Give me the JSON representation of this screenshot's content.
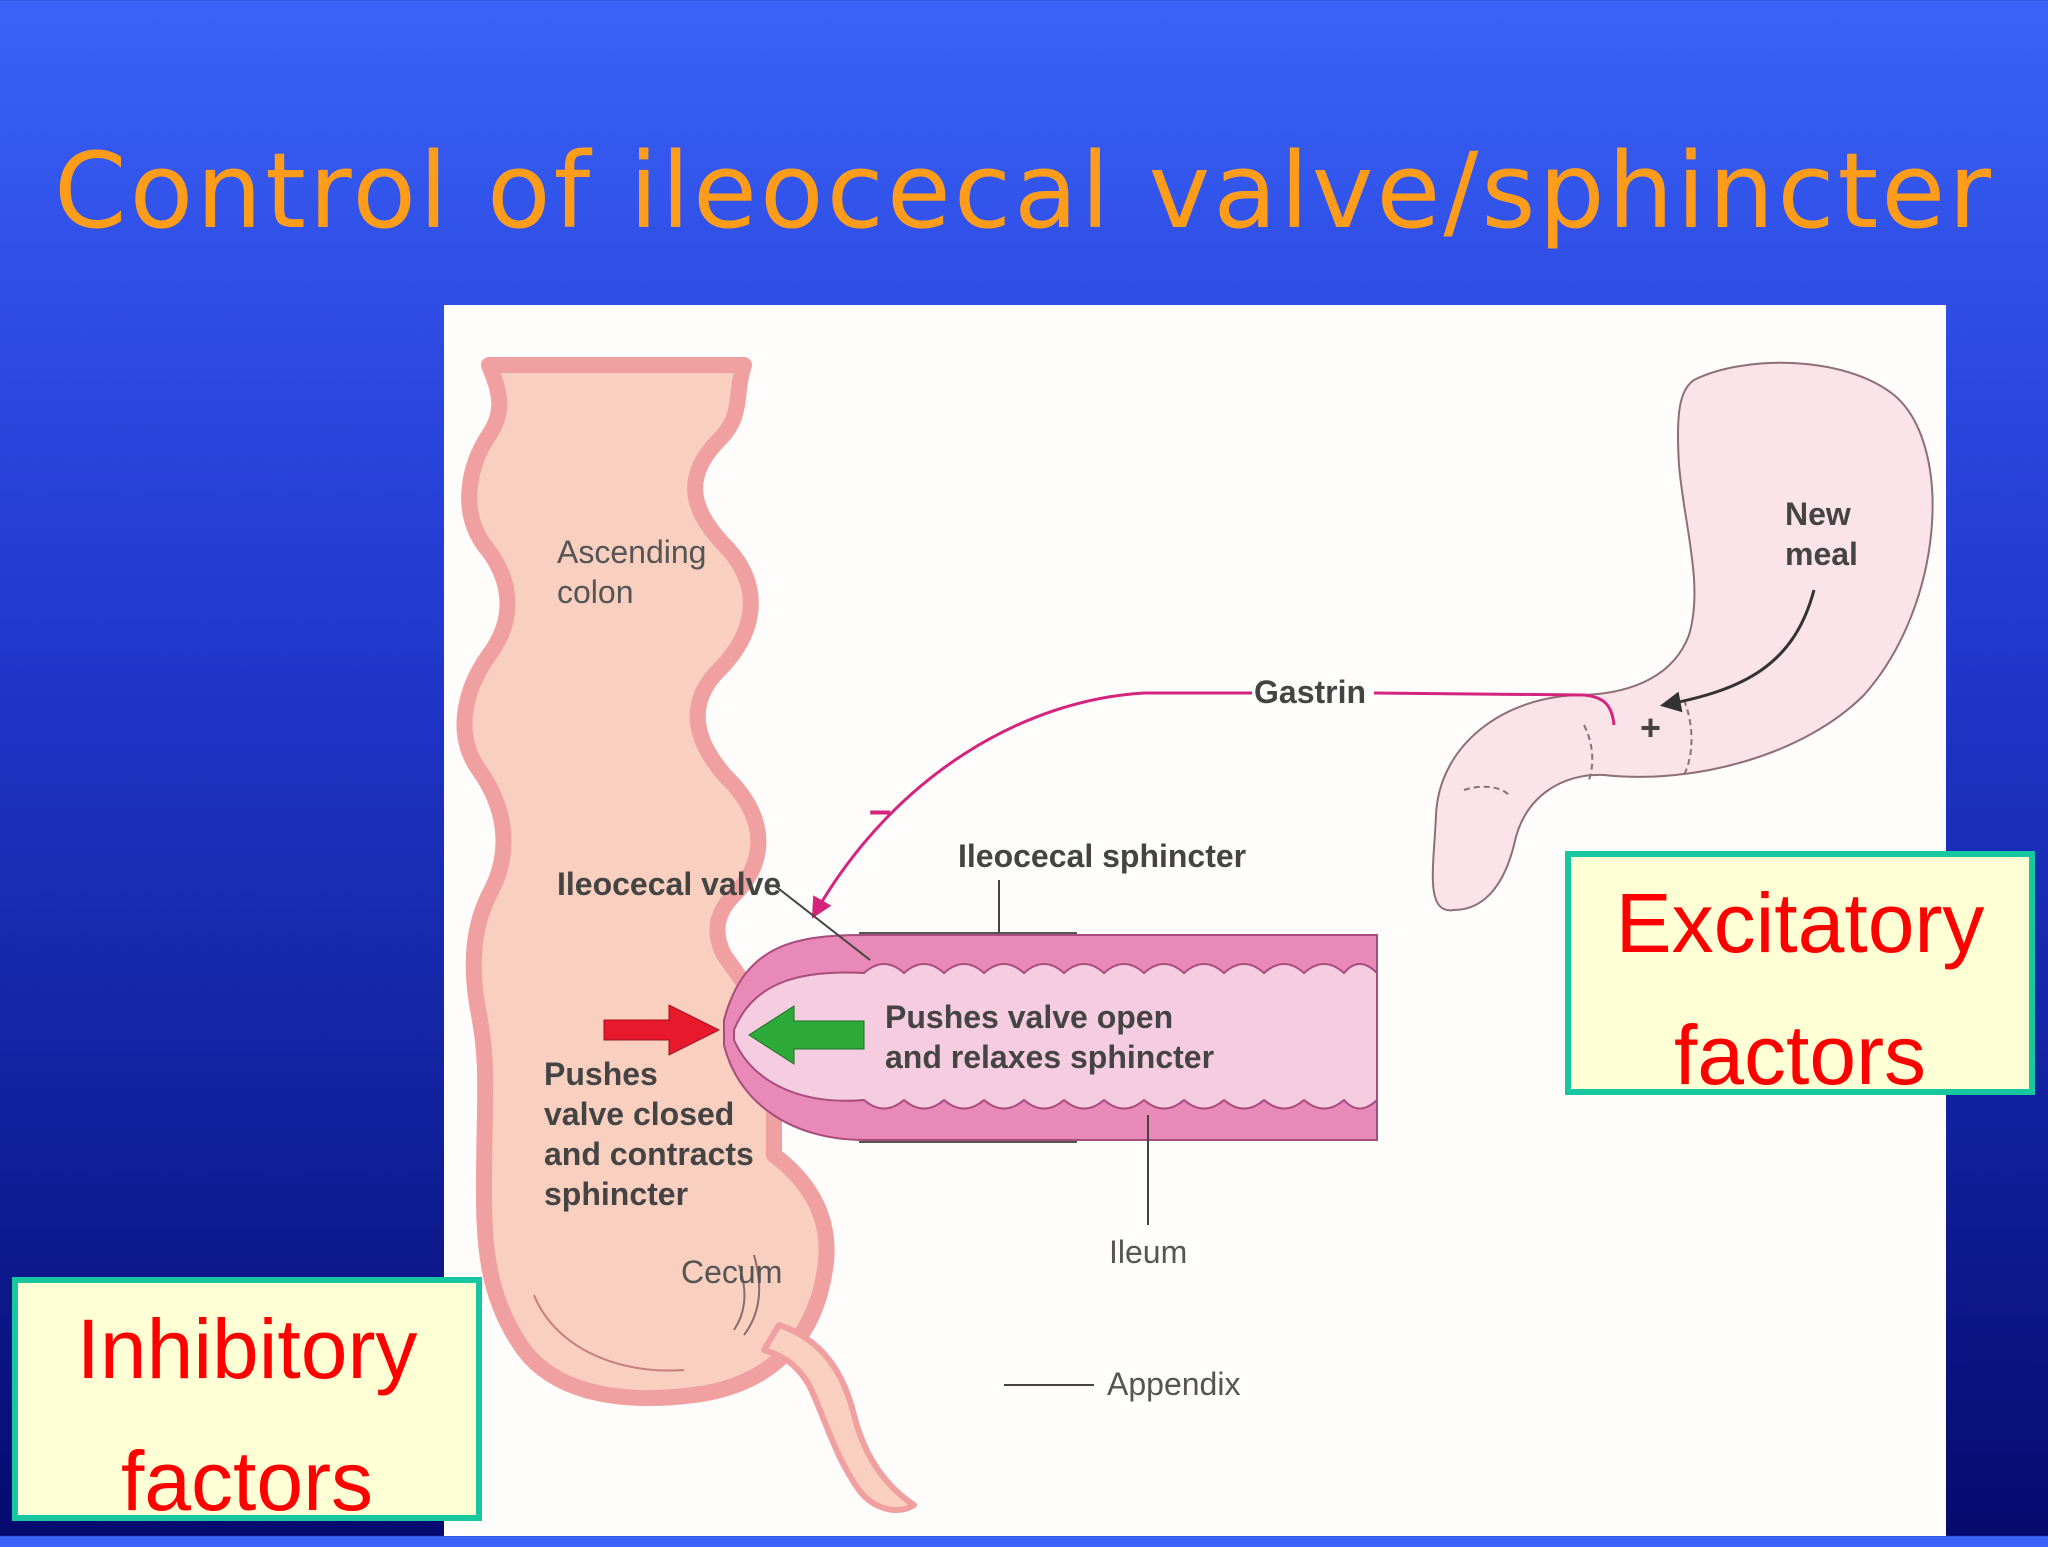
{
  "slide": {
    "title": "Control of ileocecal valve/sphincter"
  },
  "diagram": {
    "labels": {
      "ascending_colon_1": "Ascending",
      "ascending_colon_2": "colon",
      "new_meal_1": "New",
      "new_meal_2": "meal",
      "gastrin": "Gastrin",
      "plus": "+",
      "minus": "–",
      "ileocecal_sphincter": "Ileocecal sphincter",
      "ileocecal_valve": "Ileocecal valve",
      "pushes_open_1": "Pushes valve open",
      "pushes_open_2": "and relaxes sphincter",
      "pushes_closed_1": "Pushes",
      "pushes_closed_2": "valve closed",
      "pushes_closed_3": "and contracts",
      "pushes_closed_4": "sphincter",
      "cecum": "Cecum",
      "ileum": "Ileum",
      "appendix": "Appendix"
    },
    "colors": {
      "tissue": "#f9cfbf",
      "tissue_wall": "#f0a0a0",
      "ileum_wall": "#e889b8",
      "ileum_lumen": "#f6cce0",
      "gastrin_line": "#d4247d",
      "red_arrow": "#e8192c",
      "green_arrow": "#2eaa3a"
    }
  },
  "boxes": {
    "excitatory": {
      "line1": "Excitatory",
      "line2": "factors"
    },
    "inhibitory": {
      "line1": "Inhibitory",
      "line2": "factors"
    }
  }
}
